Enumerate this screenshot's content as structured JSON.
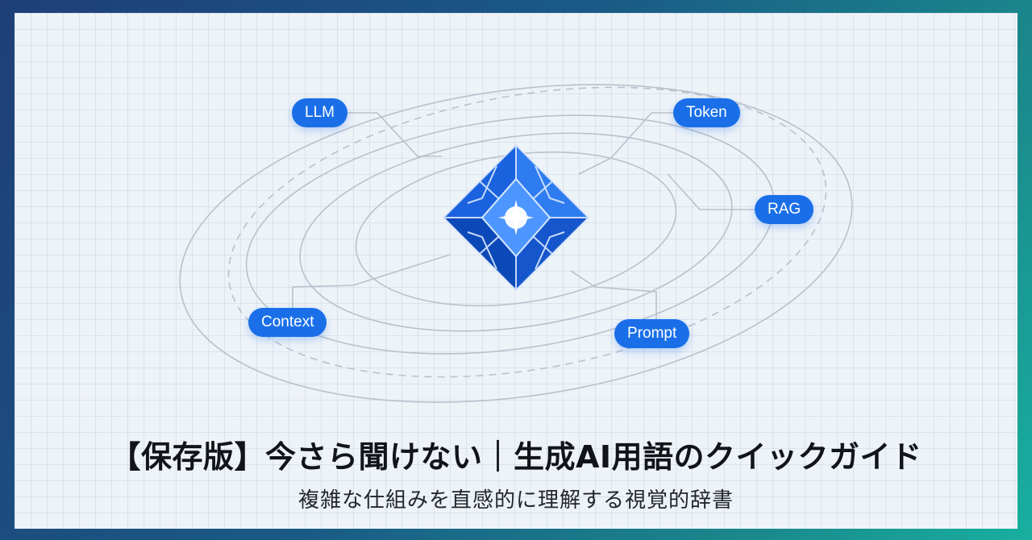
{
  "title": "【保存版】今さら聞けない｜生成AI用語のクイックガイド",
  "subtitle": "複雑な仕組みを直感的に理解する視覚的辞書",
  "terms": {
    "llm": "LLM",
    "token": "Token",
    "rag": "RAG",
    "context": "Context",
    "prompt": "Prompt"
  },
  "colors": {
    "accent": "#1a6fe8",
    "crystal_dark": "#0d4fc4",
    "crystal_light": "#5aa0ff",
    "frame_start": "#1e3f78",
    "frame_end": "#18b0a0",
    "orbit_line": "#b9c1cb"
  }
}
